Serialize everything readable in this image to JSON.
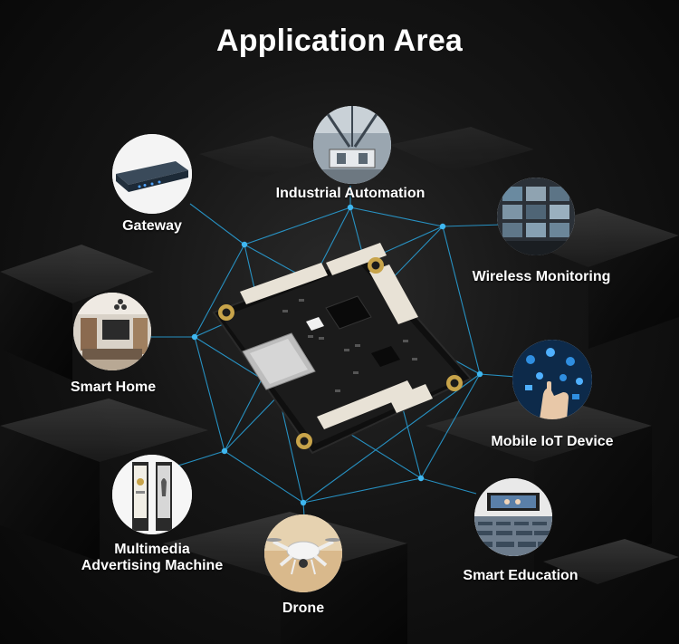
{
  "title": "Application Area",
  "applications": [
    {
      "id": "gateway",
      "label": "Gateway",
      "icon": "gateway-icon"
    },
    {
      "id": "industrial",
      "label": "Industrial Automation",
      "icon": "industrial-robot-icon"
    },
    {
      "id": "wireless",
      "label": "Wireless Monitoring",
      "icon": "monitoring-wall-icon"
    },
    {
      "id": "smarthome",
      "label": "Smart Home",
      "icon": "living-room-icon"
    },
    {
      "id": "mobileiot",
      "label": "Mobile IoT Device",
      "icon": "touch-hand-icon"
    },
    {
      "id": "multimedia",
      "label_line1": "Multimedia",
      "label_line2": "Advertising Machine",
      "icon": "kiosk-icon"
    },
    {
      "id": "drone",
      "label": "Drone",
      "icon": "drone-icon"
    },
    {
      "id": "education",
      "label": "Smart Education",
      "icon": "classroom-icon"
    }
  ],
  "colors": {
    "network_line": "#2aa6e0",
    "node": "#3fb7f0",
    "text": "#ffffff",
    "pcb": "#1b1b1b",
    "connector": "#e8e2d6"
  }
}
